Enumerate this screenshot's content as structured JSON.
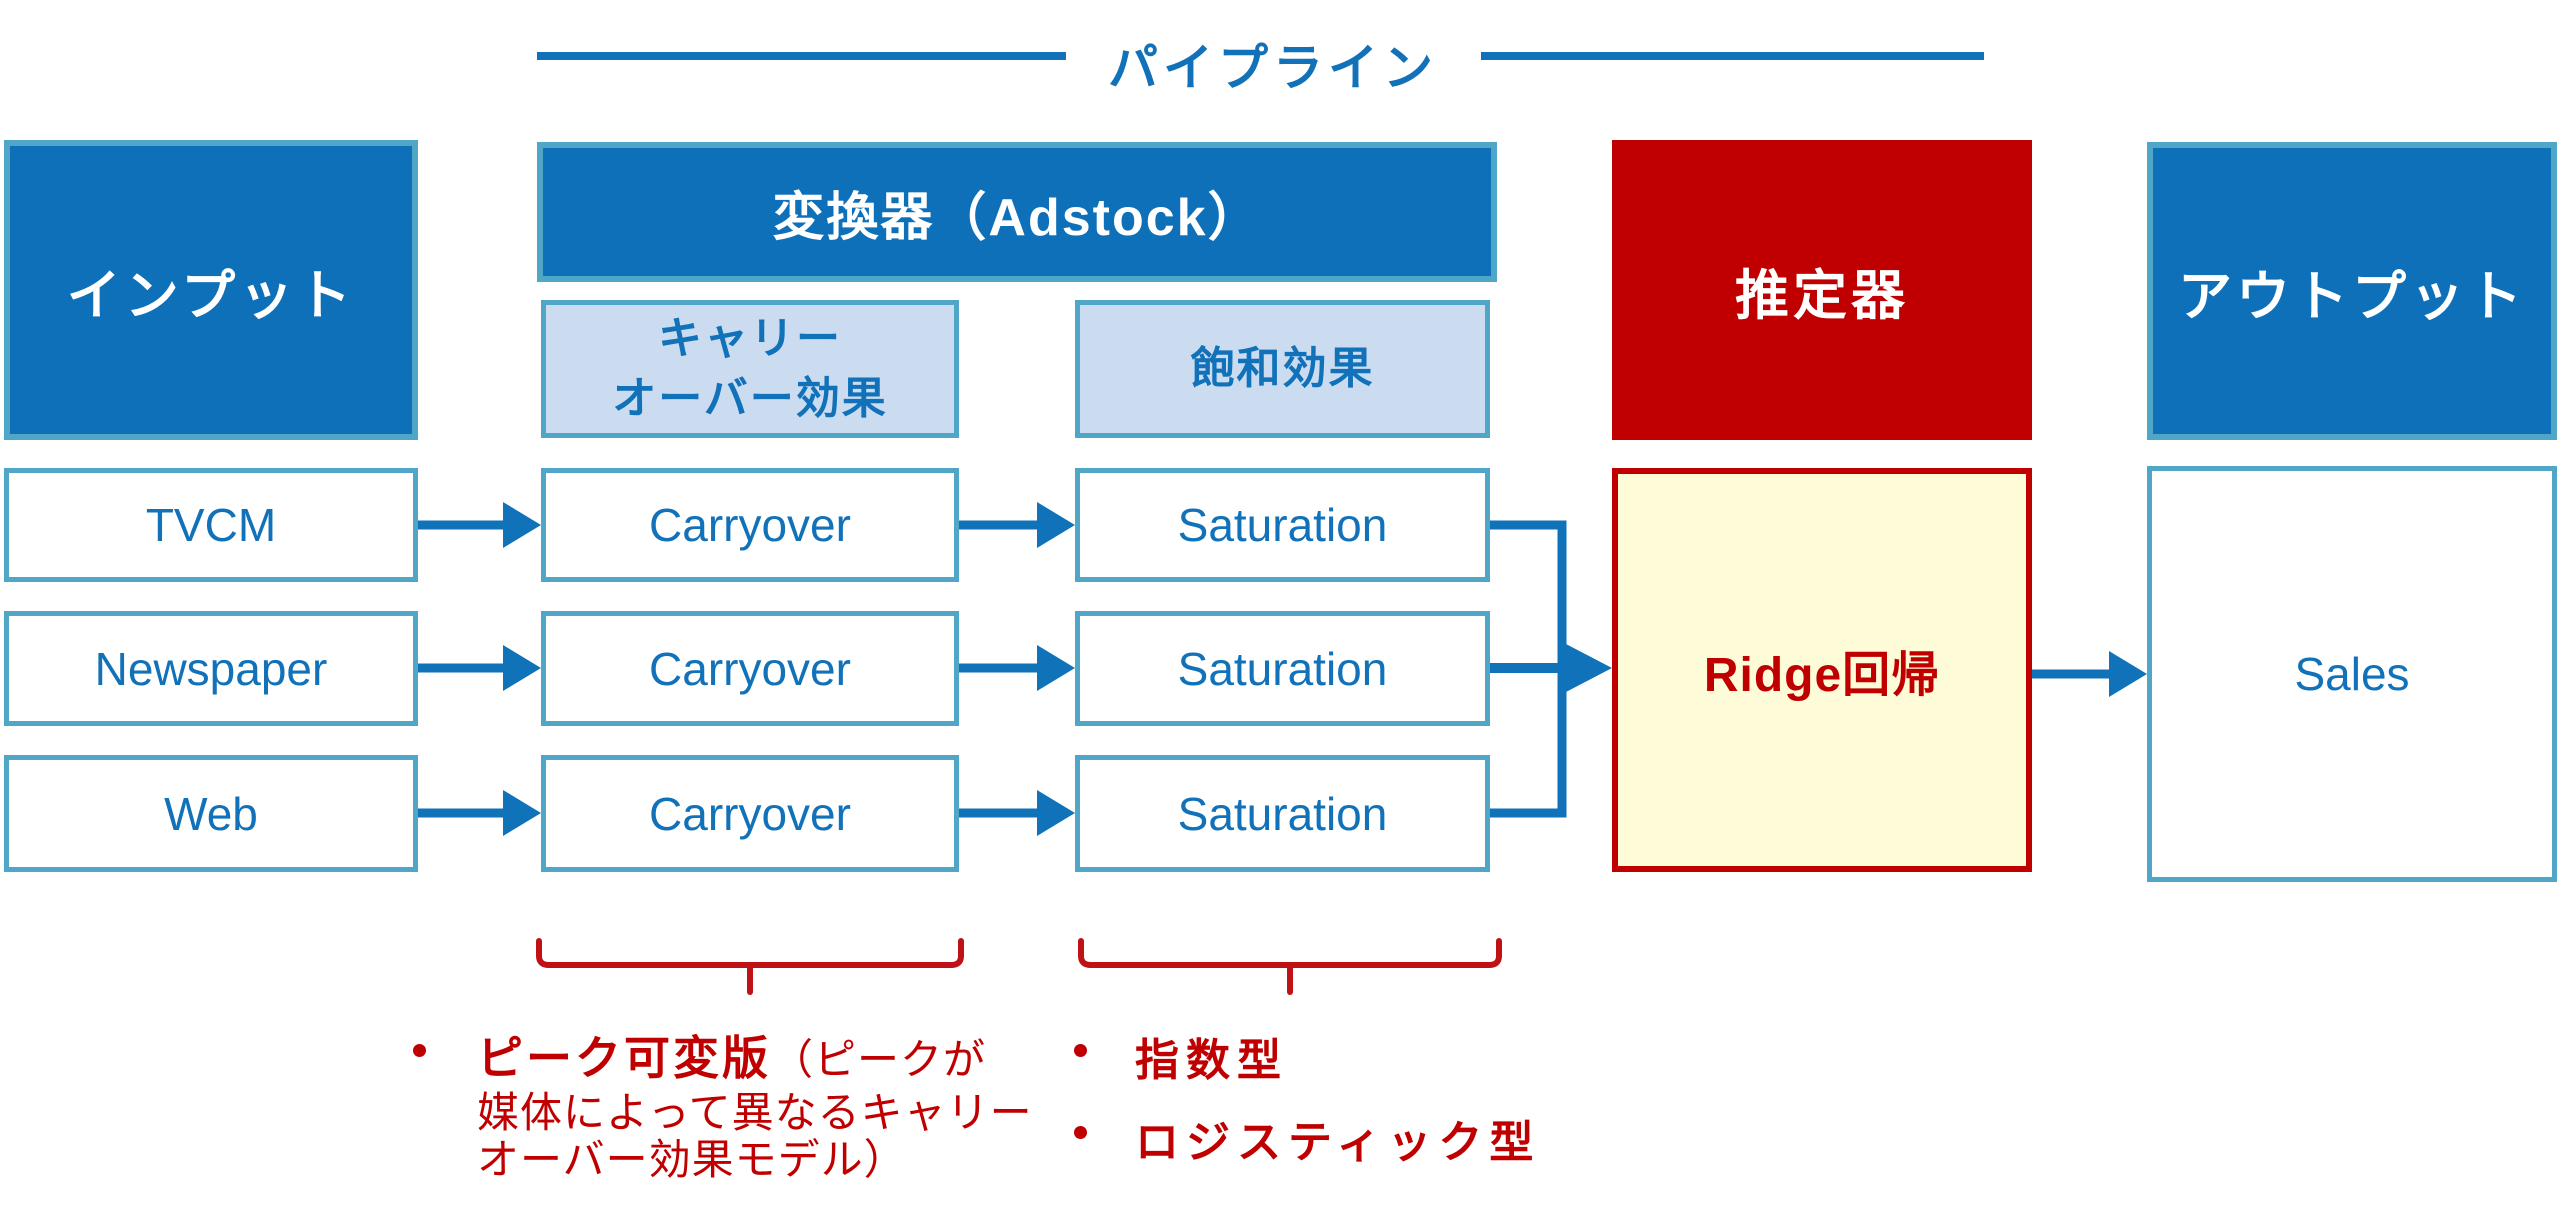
{
  "title": "パイプライン",
  "palette": {
    "box_blue": "#0D70B8",
    "border_teal": "#4FA6C6",
    "light_blue": "#CBDCF0",
    "text_blue": "#1171B9",
    "dark_red": "#C00000",
    "pale_yellow": "#FEFBD8",
    "arrow_blue": "#1072B8"
  },
  "headers": {
    "input": "インプット",
    "transformer": "変換器（Adstock）",
    "carryover_sub_line1": "キャリー",
    "carryover_sub_line2": "オーバー効果",
    "saturation_sub": "飽和効果",
    "estimator": "推定器",
    "output": "アウトプット"
  },
  "inputs": [
    "TVCM",
    "Newspaper",
    "Web"
  ],
  "carryover_label": "Carryover",
  "saturation_label": "Saturation",
  "estimator_model": "Ridge回帰",
  "output_item": "Sales",
  "notes": {
    "carryover": {
      "line1_bold": "ピーク可変版",
      "line1_rest": "（ピークが",
      "line2": "媒体によって異なるキャリー",
      "line3": "オーバー効果モデル）"
    },
    "saturation_bullets": [
      "指数型",
      "ロジスティック型"
    ]
  }
}
